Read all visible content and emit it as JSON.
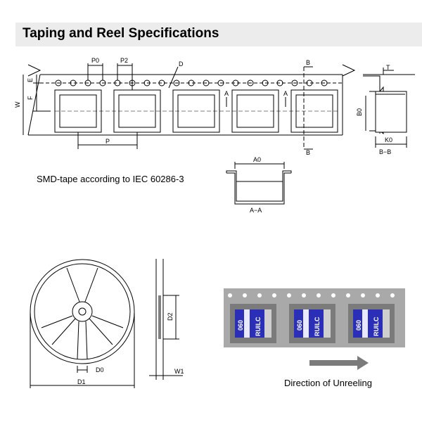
{
  "header": {
    "title": "Taping and Reel Specifications"
  },
  "tape": {
    "labels": {
      "p0": "P0",
      "p2": "P2",
      "d": "D",
      "b": "B",
      "t": "T",
      "e": "E",
      "f": "F",
      "w": "W",
      "p": "P",
      "a": "A",
      "b0": "B0",
      "k0": "K0",
      "a0": "A0"
    },
    "section_bb": "B−B",
    "section_aa": "A−A",
    "note": "SMD-tape according to IEC 60286-3"
  },
  "reel": {
    "labels": {
      "d0": "D0",
      "d1": "D1",
      "d2": "D2",
      "w1": "W1"
    }
  },
  "photo": {
    "component_text": "RUILC",
    "component_code": "060",
    "direction_label": "Direction of Unreeling",
    "colors": {
      "body": "#2b2fb8",
      "tape": "#a9a9a9",
      "band": "#ffffff"
    }
  }
}
